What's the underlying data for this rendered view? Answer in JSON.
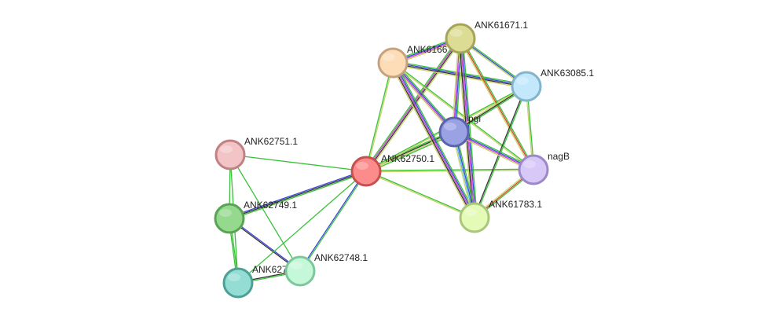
{
  "network": {
    "nodes": [
      {
        "id": "ANK62751.1",
        "label": "ANK62751.1",
        "fill": "#f3c4c6",
        "stroke": "#c08184"
      },
      {
        "id": "ANK62749.1",
        "label": "ANK62749.1",
        "fill": "#94d98e",
        "stroke": "#5aa254"
      },
      {
        "id": "ANK62747.1",
        "label": "ANK62747.1",
        "fill": "#93ddd5",
        "stroke": "#4e9f96"
      },
      {
        "id": "ANK62748.1",
        "label": "ANK62748.1",
        "fill": "#c5f7d9",
        "stroke": "#7dc79b"
      },
      {
        "id": "ANK62750.1",
        "label": "ANK62750.1",
        "fill": "#fc8c8c",
        "stroke": "#c74f4f"
      },
      {
        "id": "ANK6166",
        "label": "ANK6166",
        "fill": "#fddcb8",
        "stroke": "#c7a27f"
      },
      {
        "id": "ANK61671.1",
        "label": "ANK61671.1",
        "fill": "#dcdc94",
        "stroke": "#a4a45a"
      },
      {
        "id": "ANK63085.1",
        "label": "ANK63085.1",
        "fill": "#c3e8fb",
        "stroke": "#83b4cd"
      },
      {
        "id": "pgi",
        "label": "pgi",
        "fill": "#9aa2e3",
        "stroke": "#5b63ad"
      },
      {
        "id": "nagB",
        "label": "nagB",
        "fill": "#d7c8f7",
        "stroke": "#9a88c9"
      },
      {
        "id": "ANK61783.1",
        "label": "ANK61783.1",
        "fill": "#e3fbb7",
        "stroke": "#a9c77a"
      }
    ],
    "edges": [
      {
        "source": "ANK62751.1",
        "target": "ANK62750.1",
        "colors": [
          "#39c239"
        ]
      },
      {
        "source": "ANK62751.1",
        "target": "ANK62749.1",
        "colors": [
          "#39c239"
        ]
      },
      {
        "source": "ANK62751.1",
        "target": "ANK62747.1",
        "colors": [
          "#39c239"
        ]
      },
      {
        "source": "ANK62751.1",
        "target": "ANK62748.1",
        "colors": [
          "#39c239"
        ]
      },
      {
        "source": "ANK62749.1",
        "target": "ANK62750.1",
        "colors": [
          "#3a47d6",
          "#333333",
          "#39c239"
        ]
      },
      {
        "source": "ANK62749.1",
        "target": "ANK62747.1",
        "colors": [
          "#39c239",
          "#39c239"
        ]
      },
      {
        "source": "ANK62749.1",
        "target": "ANK62748.1",
        "colors": [
          "#3a47d6",
          "#333333"
        ]
      },
      {
        "source": "ANK62747.1",
        "target": "ANK62748.1",
        "colors": [
          "#333333",
          "#39c239"
        ]
      },
      {
        "source": "ANK62747.1",
        "target": "ANK62750.1",
        "colors": [
          "#39c239"
        ]
      },
      {
        "source": "ANK62748.1",
        "target": "ANK62750.1",
        "colors": [
          "#3a47d6",
          "#39c239"
        ]
      },
      {
        "source": "ANK62750.1",
        "target": "pgi",
        "colors": [
          "#39c239",
          "#333333",
          "#c8d46a",
          "#39c239"
        ]
      },
      {
        "source": "ANK62750.1",
        "target": "ANK6166",
        "colors": [
          "#39c239",
          "#c8d46a"
        ]
      },
      {
        "source": "ANK62750.1",
        "target": "ANK61671.1",
        "colors": [
          "#39c239",
          "#cc44cc",
          "#333333",
          "#c8d46a"
        ]
      },
      {
        "source": "ANK62750.1",
        "target": "ANK63085.1",
        "colors": [
          "#39c239",
          "#c8d46a"
        ]
      },
      {
        "source": "ANK62750.1",
        "target": "nagB",
        "colors": [
          "#39c239",
          "#c8d46a"
        ]
      },
      {
        "source": "ANK62750.1",
        "target": "ANK61783.1",
        "colors": [
          "#39c239",
          "#c8d46a"
        ]
      },
      {
        "source": "ANK6166",
        "target": "ANK61671.1",
        "colors": [
          "#39c239",
          "#3a47d6",
          "#cc44cc",
          "#c8d46a"
        ]
      },
      {
        "source": "ANK6166",
        "target": "ANK63085.1",
        "colors": [
          "#39c239",
          "#3a47d6",
          "#333333",
          "#c8d46a"
        ]
      },
      {
        "source": "ANK6166",
        "target": "pgi",
        "colors": [
          "#39c239",
          "#3a47d6",
          "#cc44cc",
          "#c8d46a"
        ]
      },
      {
        "source": "ANK6166",
        "target": "nagB",
        "colors": [
          "#39c239",
          "#c8d46a"
        ]
      },
      {
        "source": "ANK6166",
        "target": "ANK61783.1",
        "colors": [
          "#39c239",
          "#3a47d6",
          "#cc44cc",
          "#333333",
          "#c8d46a"
        ]
      },
      {
        "source": "ANK61671.1",
        "target": "ANK63085.1",
        "colors": [
          "#39c239",
          "#3a47d6",
          "#c8d46a"
        ]
      },
      {
        "source": "ANK61671.1",
        "target": "pgi",
        "colors": [
          "#39c239",
          "#3a47d6",
          "#cc44cc",
          "#c8d46a"
        ]
      },
      {
        "source": "ANK61671.1",
        "target": "nagB",
        "colors": [
          "#39c239",
          "#e0442b",
          "#c8d46a"
        ]
      },
      {
        "source": "ANK61671.1",
        "target": "ANK61783.1",
        "colors": [
          "#39c239",
          "#3a47d6",
          "#cc44cc",
          "#333333",
          "#c8d46a"
        ]
      },
      {
        "source": "ANK63085.1",
        "target": "pgi",
        "colors": [
          "#39c239",
          "#333333",
          "#c8d46a"
        ]
      },
      {
        "source": "ANK63085.1",
        "target": "nagB",
        "colors": [
          "#39c239",
          "#c8d46a"
        ]
      },
      {
        "source": "ANK63085.1",
        "target": "ANK61783.1",
        "colors": [
          "#39c239",
          "#333333"
        ]
      },
      {
        "source": "pgi",
        "target": "nagB",
        "colors": [
          "#39c239",
          "#3a47d6",
          "#cc44cc",
          "#c8d46a"
        ]
      },
      {
        "source": "pgi",
        "target": "ANK61783.1",
        "colors": [
          "#39c239",
          "#3a47d6",
          "#54b9e6",
          "#c8d46a"
        ]
      },
      {
        "source": "nagB",
        "target": "ANK61783.1",
        "colors": [
          "#39c239",
          "#e0442b",
          "#c8d46a"
        ]
      }
    ]
  }
}
